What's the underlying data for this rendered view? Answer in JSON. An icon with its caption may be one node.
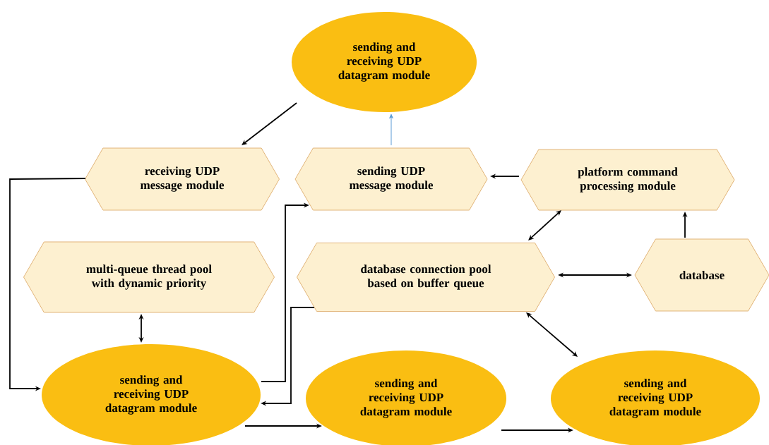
{
  "diagram": {
    "nodes": [
      {
        "text": [
          "sending and receiving UDP datagram module"
        ]
      },
      {
        "text": [
          "receiving UDP message module"
        ]
      },
      {
        "text": [
          "sending UDP message module"
        ]
      },
      {
        "text": [
          "platform command processing module"
        ]
      },
      {
        "text": [
          "multi-queue thread pool with dynamic priority"
        ]
      },
      {
        "text": [
          "database connection pool based on buffer queue"
        ]
      },
      {
        "text": [
          "database"
        ]
      },
      {
        "text": [
          "sending and receiving UDP datagram module"
        ]
      },
      {
        "text": [
          "sending and receiving UDP datagram module"
        ]
      },
      {
        "text": [
          "sending and receiving UDP datagram module"
        ]
      }
    ],
    "edges": [
      {
        "from": 0,
        "to": 1,
        "arrow": "to"
      },
      {
        "from": 2,
        "to": 0,
        "arrow": "to",
        "color": "#5b9bd5"
      },
      {
        "from": 3,
        "to": 2,
        "arrow": "to"
      },
      {
        "from": 1,
        "to": 7,
        "arrow": "to"
      },
      {
        "from": 7,
        "to": 2,
        "arrow": "to"
      },
      {
        "from": 5,
        "to": 7,
        "arrow": "to"
      },
      {
        "from": 4,
        "to": 7,
        "arrow": "both"
      },
      {
        "from": 3,
        "to": 5,
        "arrow": "both"
      },
      {
        "from": 5,
        "to": 6,
        "arrow": "both"
      },
      {
        "from": 6,
        "to": 3,
        "arrow": "to"
      },
      {
        "from": 5,
        "to": 9,
        "arrow": "both"
      },
      {
        "from": 7,
        "to": 8,
        "arrow": "to"
      },
      {
        "from": 8,
        "to": 9,
        "arrow": "to"
      }
    ]
  }
}
